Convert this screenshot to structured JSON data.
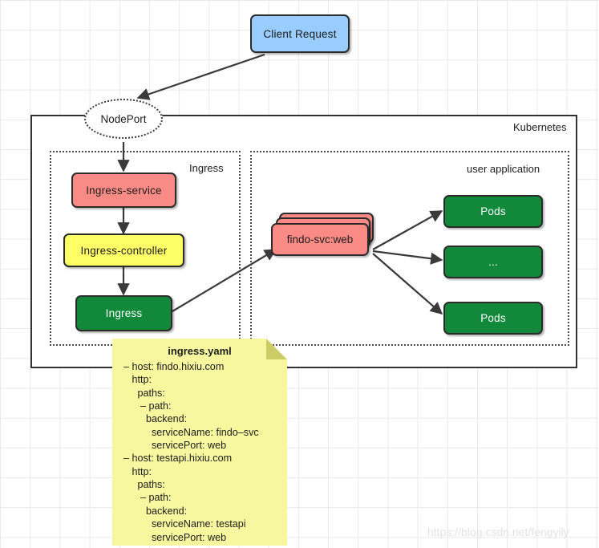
{
  "diagram": {
    "title_node": {
      "label": "Client Request"
    },
    "nodeport": {
      "label": "NodePort"
    },
    "kubernetes": {
      "label": "Kubernetes"
    },
    "ingress_zone": {
      "label": "Ingress"
    },
    "user_application_zone": {
      "label": "user application"
    },
    "nodes": {
      "ingress_service": {
        "label": "Ingress-service"
      },
      "ingress_controller": {
        "label": "Ingress-controller"
      },
      "ingress": {
        "label": "Ingress"
      },
      "service_stack": {
        "label": "findo-svc:web"
      },
      "pod_top": {
        "label": "Pods"
      },
      "pod_middle": {
        "label": "..."
      },
      "pod_bottom": {
        "label": "Pods"
      }
    },
    "note": {
      "title": "ingress.yaml",
      "lines": [
        "– host: findo.hixiu.com",
        "   http:",
        "     paths:",
        "      – path:",
        "        backend:",
        "          serviceName: findo–svc",
        "          servicePort: web",
        "– host: testapi.hixiu.com",
        "   http:",
        "     paths:",
        "      – path:",
        "        backend:",
        "          serviceName: testapi",
        "          servicePort: web"
      ]
    },
    "watermark": {
      "text": "https://blog.csdn.net/fengyily"
    },
    "colors": {
      "blue": "#99ccff",
      "pink": "#fa8a86",
      "yellow": "#ffff66",
      "green": "#12883b",
      "note": "#f7f7a0",
      "stroke": "#2b2b2b"
    }
  }
}
